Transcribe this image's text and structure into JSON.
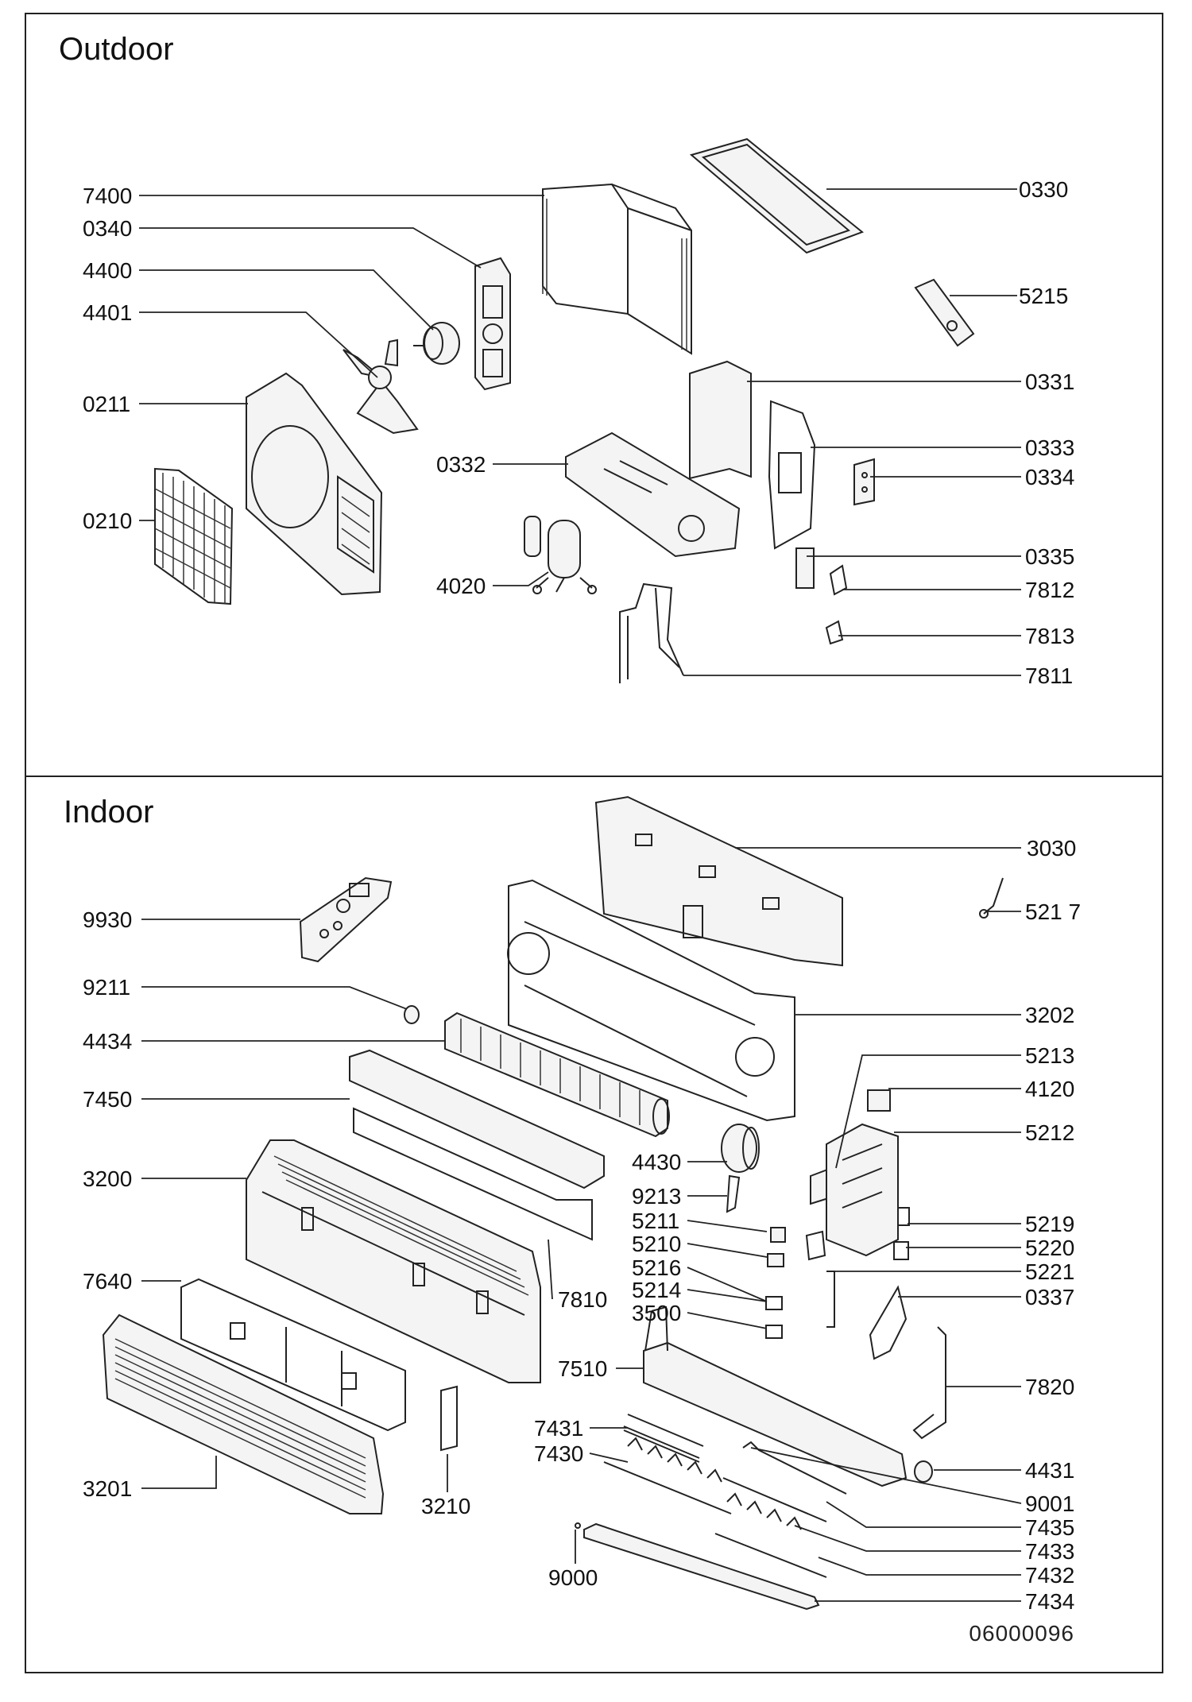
{
  "sections": {
    "outdoor": {
      "title": "Outdoor"
    },
    "indoor": {
      "title": "Indoor"
    }
  },
  "document_id": "06000096",
  "outdoor_callouts": [
    {
      "label": "7400",
      "side": "left"
    },
    {
      "label": "0340",
      "side": "left"
    },
    {
      "label": "4400",
      "side": "left"
    },
    {
      "label": "4401",
      "side": "left"
    },
    {
      "label": "0211",
      "side": "left"
    },
    {
      "label": "0210",
      "side": "left"
    },
    {
      "label": "0332",
      "side": "left"
    },
    {
      "label": "4020",
      "side": "left"
    },
    {
      "label": "0330",
      "side": "right"
    },
    {
      "label": "5215",
      "side": "right"
    },
    {
      "label": "0331",
      "side": "right"
    },
    {
      "label": "0333",
      "side": "right"
    },
    {
      "label": "0334",
      "side": "right"
    },
    {
      "label": "0335",
      "side": "right"
    },
    {
      "label": "7812",
      "side": "right"
    },
    {
      "label": "7813",
      "side": "right"
    },
    {
      "label": "7811",
      "side": "right"
    }
  ],
  "indoor_callouts": [
    {
      "label": "9930",
      "side": "left"
    },
    {
      "label": "9211",
      "side": "left"
    },
    {
      "label": "4434",
      "side": "left"
    },
    {
      "label": "7450",
      "side": "left"
    },
    {
      "label": "3200",
      "side": "left"
    },
    {
      "label": "7640",
      "side": "left"
    },
    {
      "label": "3201",
      "side": "left"
    },
    {
      "label": "3210",
      "side": "center"
    },
    {
      "label": "7810",
      "side": "center"
    },
    {
      "label": "4430",
      "side": "center"
    },
    {
      "label": "9213",
      "side": "center"
    },
    {
      "label": "5211",
      "side": "center"
    },
    {
      "label": "5210",
      "side": "center"
    },
    {
      "label": "5216",
      "side": "center"
    },
    {
      "label": "5214",
      "side": "center"
    },
    {
      "label": "3500",
      "side": "center"
    },
    {
      "label": "7510",
      "side": "center"
    },
    {
      "label": "7431",
      "side": "center"
    },
    {
      "label": "7430",
      "side": "center"
    },
    {
      "label": "9000",
      "side": "center"
    },
    {
      "label": "3030",
      "side": "right"
    },
    {
      "label": "521 7",
      "side": "right"
    },
    {
      "label": "3202",
      "side": "right"
    },
    {
      "label": "5213",
      "side": "right"
    },
    {
      "label": "4120",
      "side": "right"
    },
    {
      "label": "5212",
      "side": "right"
    },
    {
      "label": "5219",
      "side": "right"
    },
    {
      "label": "5220",
      "side": "right"
    },
    {
      "label": "5221",
      "side": "right"
    },
    {
      "label": "0337",
      "side": "right"
    },
    {
      "label": "7820",
      "side": "right"
    },
    {
      "label": "4431",
      "side": "right"
    },
    {
      "label": "9001",
      "side": "right"
    },
    {
      "label": "7435",
      "side": "right"
    },
    {
      "label": "7433",
      "side": "right"
    },
    {
      "label": "7432",
      "side": "right"
    },
    {
      "label": "7434",
      "side": "right"
    }
  ]
}
